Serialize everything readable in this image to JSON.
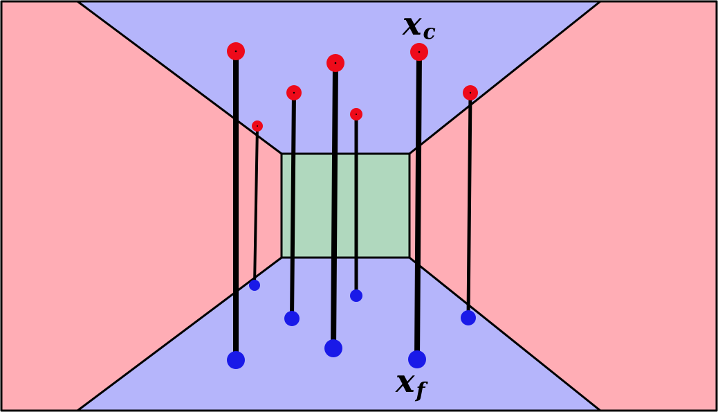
{
  "labels": {
    "ceiling": {
      "main": "x",
      "sub": "c"
    },
    "floor": {
      "main": "x",
      "sub": "f"
    }
  },
  "colors": {
    "ceiling": "#b5b5fb",
    "floor": "#b5b5fb",
    "left_wall": "#ffadb5",
    "right_wall": "#ffadb5",
    "back_wall": "#b0d8be",
    "edges": "#000000",
    "ceiling_point": "#ee0a1a",
    "floor_point": "#1a1ae8",
    "pole": "#000000"
  }
}
